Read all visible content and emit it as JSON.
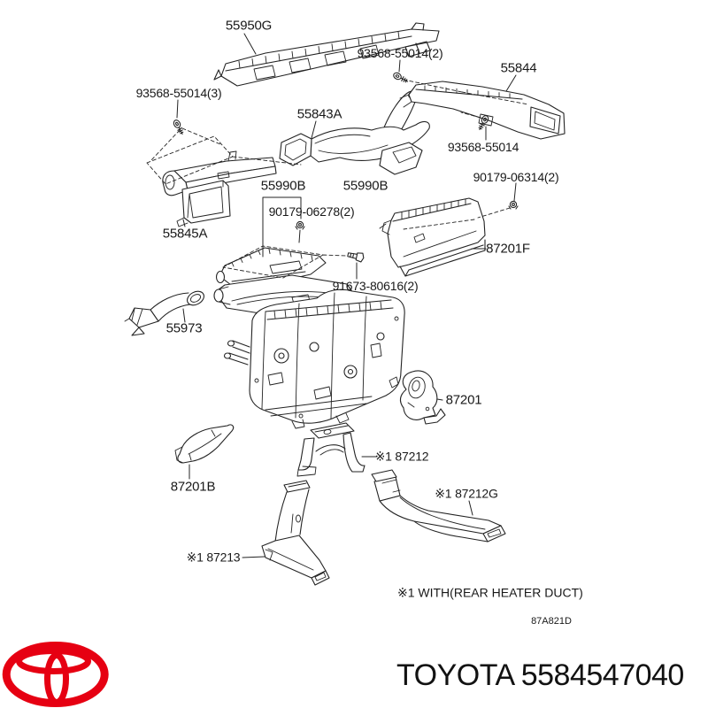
{
  "diagram": {
    "part_labels": [
      {
        "text": "55950G"
      },
      {
        "text": "93568-55014(2)"
      },
      {
        "text": "55844"
      },
      {
        "text": "93568-55014(3)"
      },
      {
        "text": "55843A"
      },
      {
        "text": "93568-55014"
      },
      {
        "text": "55990B"
      },
      {
        "text": "55990B"
      },
      {
        "text": "90179-06314(2)"
      },
      {
        "text": "90179-06278(2)"
      },
      {
        "text": "87201F"
      },
      {
        "text": "91673-80616(2)"
      },
      {
        "text": "55845A"
      },
      {
        "text": "55973"
      },
      {
        "text": "87201"
      },
      {
        "text": "87201B"
      },
      {
        "text": "※1 87212"
      },
      {
        "text": "※1 87212G"
      },
      {
        "text": "※1 87213"
      }
    ],
    "footnote": "※1 WITH(REAR HEATER DUCT)",
    "drawing_code": "87A821D"
  },
  "footer": {
    "brand": "TOYOTA",
    "part_number": "5584547040",
    "logo_color": "#E60012"
  },
  "colors": {
    "line": "#232323",
    "text": "#191919",
    "background": "#ffffff"
  }
}
